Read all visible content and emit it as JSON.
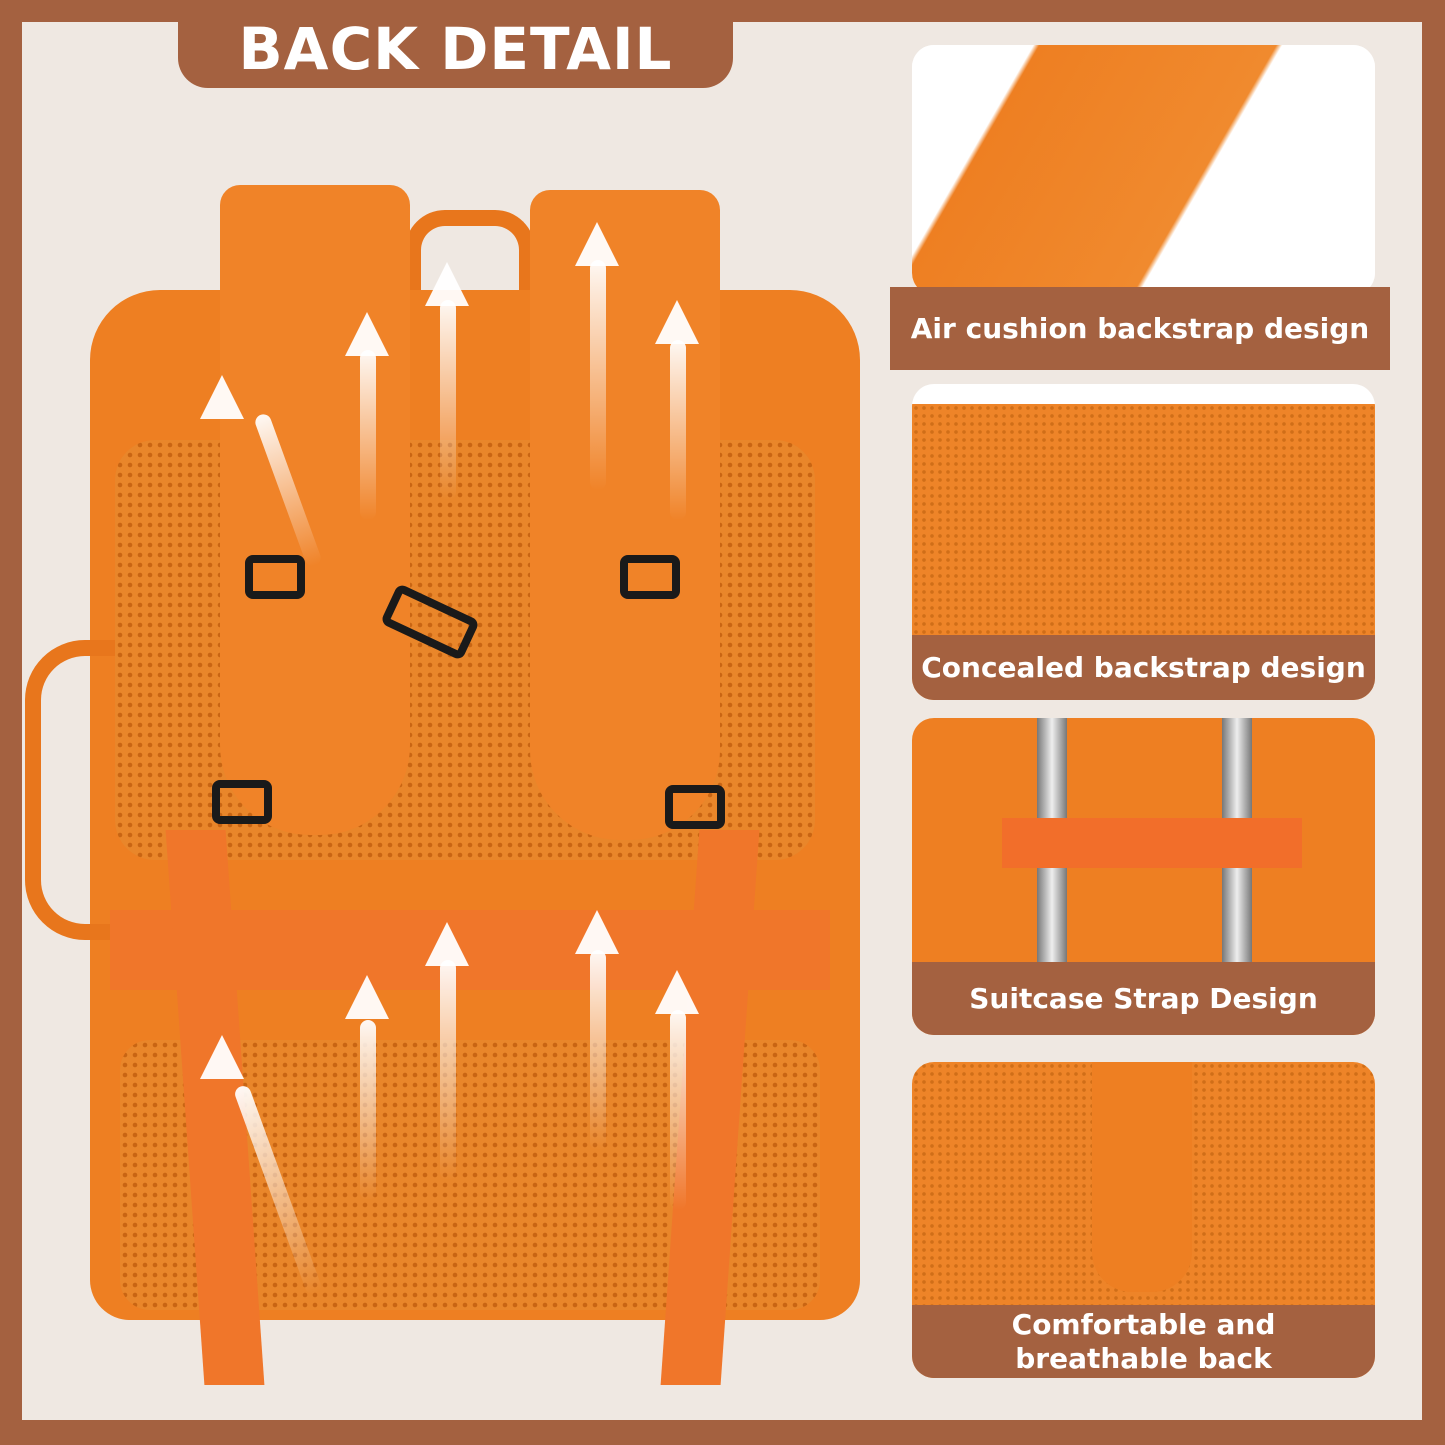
{
  "title": "BACK DETAIL",
  "panels": [
    {
      "caption": "Air cushion backstrap design"
    },
    {
      "caption": "Concealed backstrap design"
    },
    {
      "caption": "Suitcase Strap Design"
    },
    {
      "caption_line1": "Comfortable and",
      "caption_line2": "breathable back"
    }
  ],
  "colors": {
    "brand": "#A46140",
    "background": "#EFE8E2",
    "product": "#EE7F22"
  }
}
